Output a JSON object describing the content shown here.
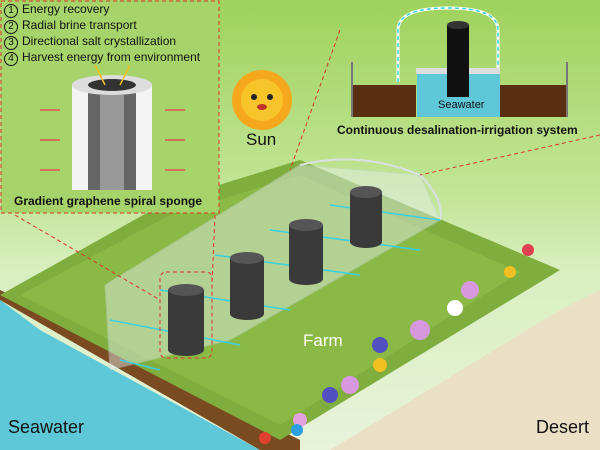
{
  "legend": {
    "items": [
      {
        "num": "1",
        "text": "Energy recovery"
      },
      {
        "num": "2",
        "text": "Radial brine transport"
      },
      {
        "num": "3",
        "text": "Directional salt crystallization"
      },
      {
        "num": "4",
        "text": "Harvest energy from environment"
      }
    ]
  },
  "sponge_caption": "Gradient graphene spiral sponge",
  "sun_label": "Sun",
  "system": {
    "caption": "Continuous desalination-irrigation system",
    "tank_label": "Seawater"
  },
  "farm_label": "Farm",
  "seawater_label": "Seawater",
  "desert_label": "Desert",
  "colors": {
    "seawater": "#5fc8d8",
    "soil": "#5a2e10",
    "grass": "#6a9a3a",
    "sand": "#e8dcc0",
    "sun": "#f6a81c"
  }
}
